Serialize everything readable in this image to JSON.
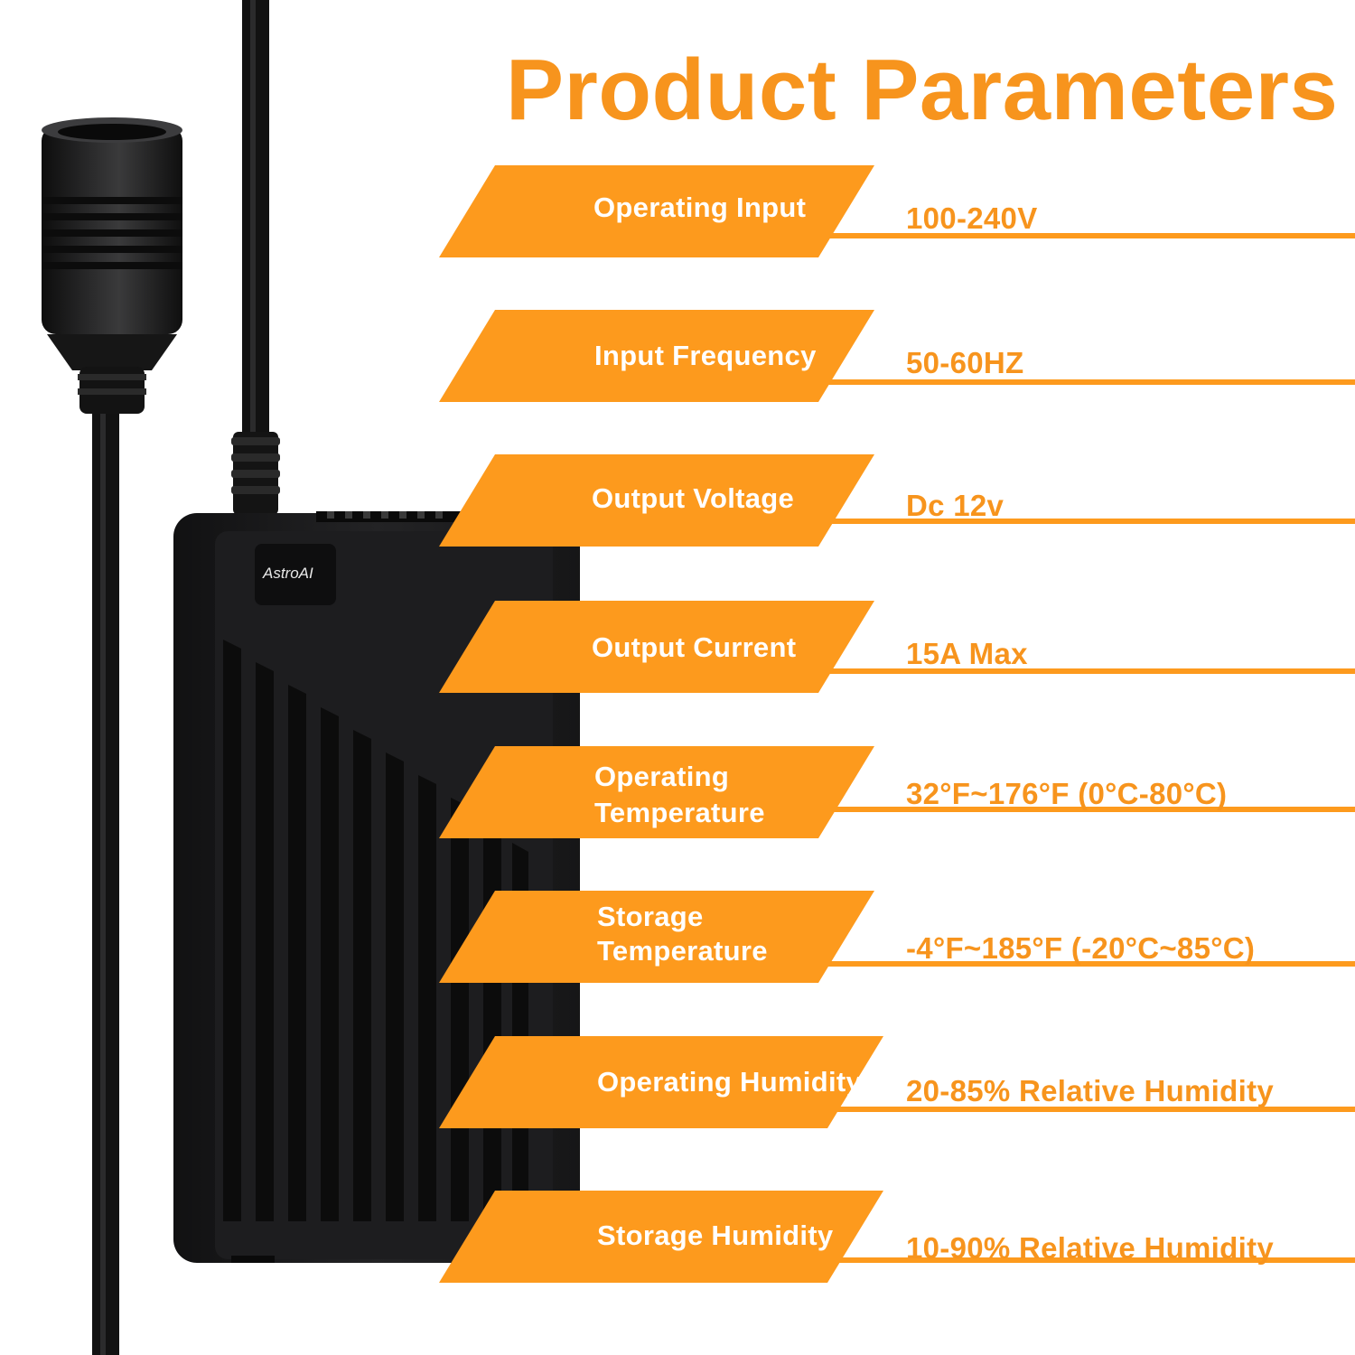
{
  "colors": {
    "accent": "#fd9a1d",
    "accent_text": "#f7941d",
    "value_text": "#f7941d",
    "device_body": "#1b1b1c",
    "background": "#ffffff"
  },
  "title": "Product Parameters",
  "brand_logo_text": "AstroAI",
  "parameters": [
    {
      "label": "Operating Input",
      "value": "100-240V"
    },
    {
      "label": "Input Frequency",
      "value": "50-60HZ"
    },
    {
      "label": "Output Voltage",
      "value": "Dc 12v"
    },
    {
      "label": "Output Current",
      "value": "15A Max"
    },
    {
      "label": "Operating\nTemperature",
      "value": "32°F~176°F (0°C-80°C)"
    },
    {
      "label": "Storage\nTemperature",
      "value": "-4°F~185°F (-20°C~85°C)"
    },
    {
      "label": "Operating Humidity",
      "value": "20-85% Relative Humidity"
    },
    {
      "label": "Storage Humidity",
      "value": "10-90% Relative Humidity"
    }
  ]
}
